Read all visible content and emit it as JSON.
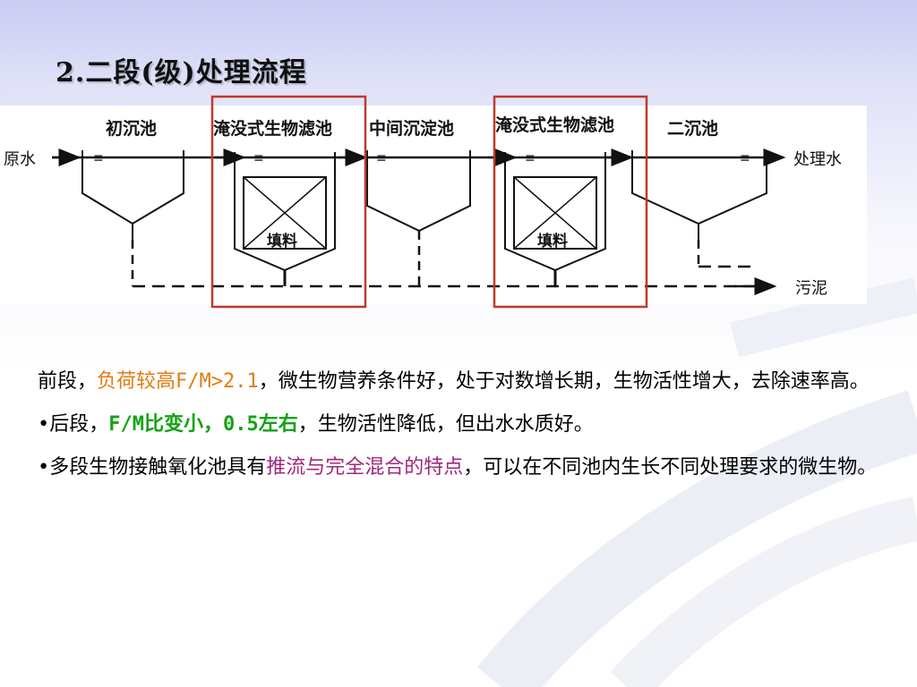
{
  "title": "2.二段(级)处理流程",
  "diagram": {
    "labels": {
      "initial_tank": "初沉池",
      "submerged_filter_1": "淹没式生物滤池",
      "intermediate_tank": "中间沉淀池",
      "submerged_filter_2": "淹没式生物滤池",
      "secondary_tank": "二沉池",
      "raw_water": "原水",
      "treated_water": "处理水",
      "sludge": "污泥",
      "packing_1": "填料",
      "packing_2": "填料"
    },
    "highlight_color": "#c0392b"
  },
  "text": {
    "p1": {
      "prefix": "前段，",
      "highlight": "负荷较高F/M>2.1",
      "suffix": "，微生物营养条件好，处于对数增长期，生物活性增大，去除速率高。"
    },
    "p2": {
      "bullet": "•",
      "prefix": "后段，",
      "highlight": "F/M比变小，0.5左右",
      "suffix": "，生物活性降低，但出水水质好。"
    },
    "p3": {
      "bullet": "•",
      "prefix": "多段生物接触氧化池具有",
      "highlight": "推流与完全混合的特点",
      "suffix": "，可以在不同池内生长不同处理要求的微生物。"
    }
  },
  "colors": {
    "orange": "#e07d10",
    "green": "#13a313",
    "purple": "#a0287a"
  }
}
